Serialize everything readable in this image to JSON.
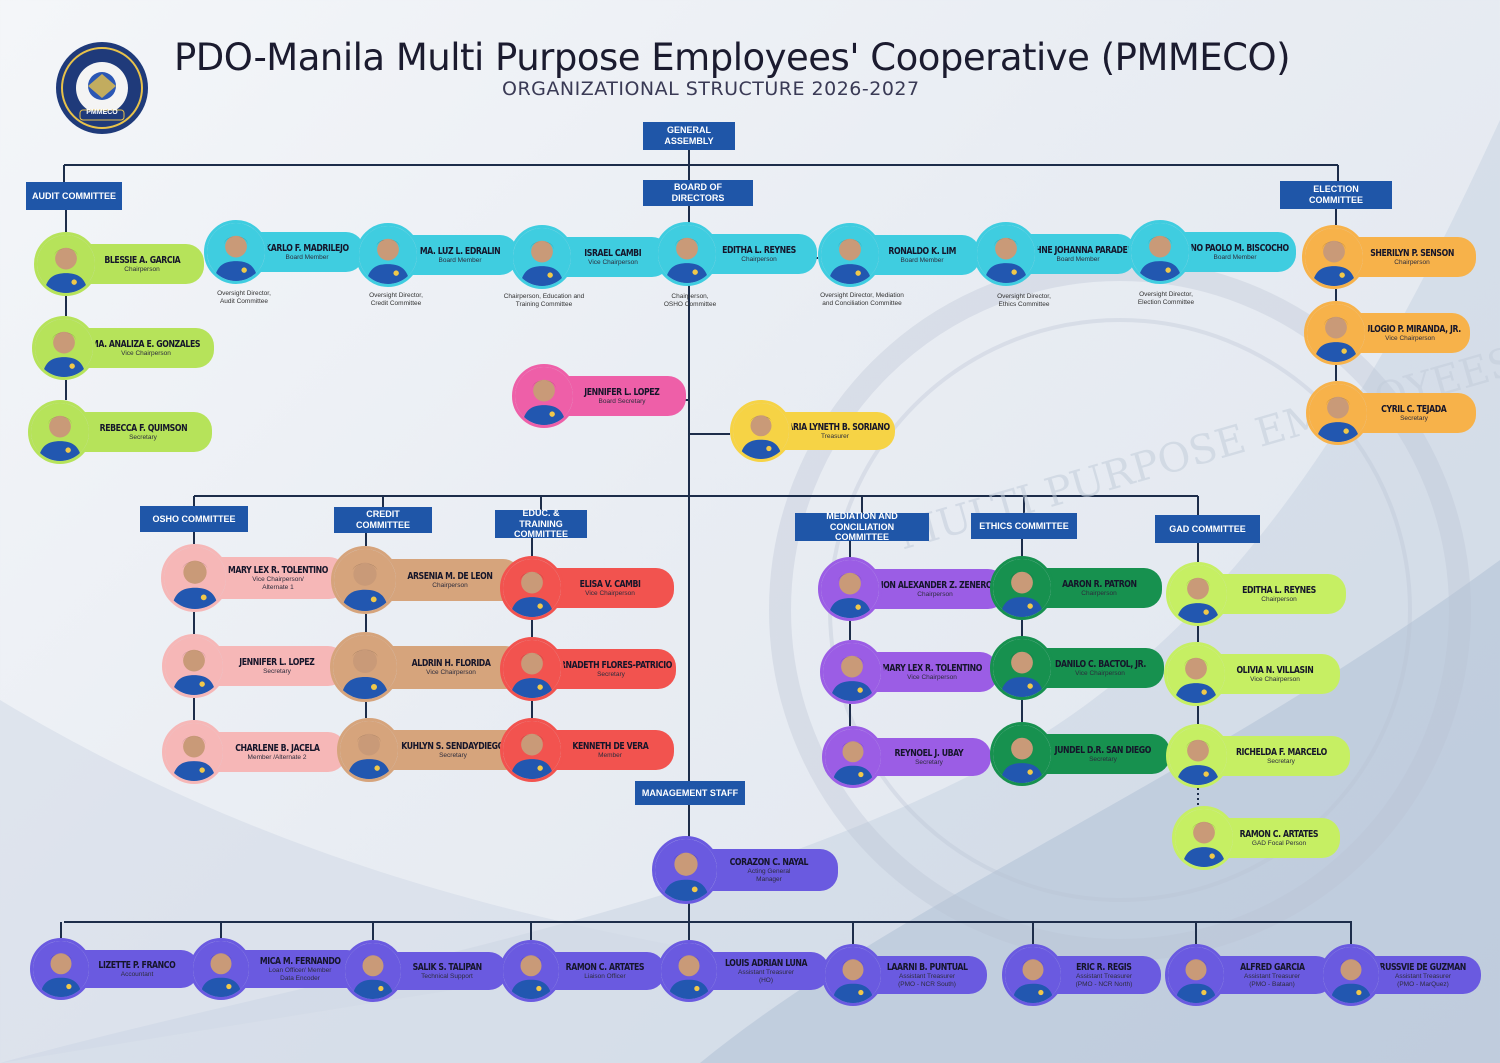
{
  "header": {
    "title": "PDO-Manila Multi Purpose Employees' Cooperative (PMMECO)",
    "subtitle": "ORGANIZATIONAL STRUCTURE 2026-2027",
    "logo_text": "PMMECO",
    "watermark_text": "MULTI PURPOSE EMPLOYEES' COOPERATIVE"
  },
  "units": [
    {
      "id": "general-assembly",
      "label": "GENERAL\nASSEMBLY"
    },
    {
      "id": "board-of-directors",
      "label": "BOARD OF DIRECTORS"
    },
    {
      "id": "audit-committee",
      "label": "AUDIT COMMITTEE"
    },
    {
      "id": "election-committee",
      "label": "ELECTION COMMITTEE"
    },
    {
      "id": "osho-committee",
      "label": "OSHO COMMITTEE"
    },
    {
      "id": "credit-committee",
      "label": "CREDIT COMMITTEE"
    },
    {
      "id": "educ-training-committee",
      "label": "EDUC. & TRAINING\nCOMMITTEE"
    },
    {
      "id": "mediation-committee",
      "label": "MEDIATION AND CONCILIATION\nCOMMITTEE"
    },
    {
      "id": "ethics-committee",
      "label": "ETHICS COMMITTEE"
    },
    {
      "id": "gad-committee",
      "label": "GAD COMMITTEE"
    },
    {
      "id": "management-staff",
      "label": "MANAGEMENT STAFF"
    }
  ],
  "members": [
    {
      "id": "garcia",
      "name": "BLESSIE A. GARCIA",
      "role": "Chairperson",
      "group": "audit",
      "color": "#b6e35a"
    },
    {
      "id": "gonzales",
      "name": "MA. ANALIZA E. GONZALES",
      "role": "Vice Chairperson",
      "group": "audit",
      "color": "#b6e35a"
    },
    {
      "id": "quimson",
      "name": "REBECCA F. QUIMSON",
      "role": "Secretary",
      "group": "audit",
      "color": "#b6e35a"
    },
    {
      "id": "madrilejo",
      "name": "KARLO F. MADRILEJO",
      "role": "Board Member",
      "note": "Oversight Director,\nAudit Committee",
      "group": "board",
      "color": "#3fcde0"
    },
    {
      "id": "edralin",
      "name": "MA. LUZ L. EDRALIN",
      "role": "Board Member",
      "note": "Oversight Director,\nCredit Committee",
      "group": "board",
      "color": "#3fcde0"
    },
    {
      "id": "cambi-i",
      "name": "ISRAEL CAMBI",
      "role": "Vice Chairperson",
      "note": "Chairperson, Education and\nTraining Committee",
      "group": "board",
      "color": "#3fcde0"
    },
    {
      "id": "reynes",
      "name": "EDITHA L. REYNES",
      "role": "Chairperson",
      "note": "Chairperson,\nOSHO Committee",
      "group": "board",
      "color": "#3fcde0"
    },
    {
      "id": "lim",
      "name": "RONALDO K. LIM",
      "role": "Board Member",
      "note": "Oversight Director, Mediation\nand Conciliation Committee",
      "group": "board",
      "color": "#3fcde0"
    },
    {
      "id": "paradela",
      "name": "DAPHNE JOHANNA PARADELA",
      "role": "Board Member",
      "note": "Oversight Director,\nEthics Committee",
      "group": "board",
      "color": "#3fcde0"
    },
    {
      "id": "biscocho",
      "name": "NIÑO PAOLO M. BISCOCHO",
      "role": "Board Member",
      "note": "Oversight Director,\nElection Committee",
      "group": "board",
      "color": "#3fcde0"
    },
    {
      "id": "senson",
      "name": "SHERILYN P. SENSON",
      "role": "Chairperson",
      "group": "election",
      "color": "#f7b24a"
    },
    {
      "id": "miranda",
      "name": "EULOGIO P. MIRANDA, JR.",
      "role": "Vice Chairperson",
      "group": "election",
      "color": "#f7b24a"
    },
    {
      "id": "tejada",
      "name": "CYRIL C. TEJADA",
      "role": "Secretary",
      "group": "election",
      "color": "#f7b24a"
    },
    {
      "id": "lopez-bs",
      "name": "JENNIFER L. LOPEZ",
      "role": "Board Secretary",
      "group": "officer",
      "color": "#ee5fa8"
    },
    {
      "id": "soriano",
      "name": "MARIA LYNETH B. SORIANO",
      "role": "Treasurer",
      "group": "officer",
      "color": "#f6d345"
    },
    {
      "id": "tolentino-o",
      "name": "MARY LEX R. TOLENTINO",
      "role": "Vice Chairperson/\nAlternate 1",
      "group": "osho",
      "color": "#f6b7b7"
    },
    {
      "id": "lopez-o",
      "name": "JENNIFER L. LOPEZ",
      "role": "Secretary",
      "group": "osho",
      "color": "#f6b7b7"
    },
    {
      "id": "jacela",
      "name": "CHARLENE B. JACELA",
      "role": "Member /Alternate 2",
      "group": "osho",
      "color": "#f6b7b7"
    },
    {
      "id": "deleon",
      "name": "ARSENIA M. DE LEON",
      "role": "Chairperson",
      "group": "credit",
      "color": "#d6a47c"
    },
    {
      "id": "florida",
      "name": "ALDRIN H. FLORIDA",
      "role": "Vice Chairperson",
      "group": "credit",
      "color": "#d6a47c"
    },
    {
      "id": "sendaydiego",
      "name": "KUHLYN S. SENDAYDIEGO",
      "role": "Secretary",
      "group": "credit",
      "color": "#d6a47c"
    },
    {
      "id": "cambi-e",
      "name": "ELISA V. CAMBI",
      "role": "Vice Chairperson",
      "group": "educ",
      "color": "#f2534f"
    },
    {
      "id": "patricio",
      "name": "BERNADETH FLORES-PATRICIO",
      "role": "Secretary",
      "group": "educ",
      "color": "#f2534f"
    },
    {
      "id": "devera",
      "name": "KENNETH DE VERA",
      "role": "Member",
      "group": "educ",
      "color": "#f2534f"
    },
    {
      "id": "zenerosa",
      "name": "ZENON ALEXANDER Z. ZENEROSA",
      "role": "Chairperson",
      "group": "mediation",
      "color": "#9b5de5"
    },
    {
      "id": "tolentino-m",
      "name": "MARY LEX R. TOLENTINO",
      "role": "Vice Chairperson",
      "group": "mediation",
      "color": "#9b5de5"
    },
    {
      "id": "ubay",
      "name": "REYNOEL J. UBAY",
      "role": "Secretary",
      "group": "mediation",
      "color": "#9b5de5"
    },
    {
      "id": "patron",
      "name": "AARON R. PATRON",
      "role": "Chairperson",
      "group": "ethics",
      "color": "#17914f"
    },
    {
      "id": "bactol",
      "name": "DANILO C. BACTOL, JR.",
      "role": "Vice Chairperson",
      "group": "ethics",
      "color": "#17914f"
    },
    {
      "id": "sandiego",
      "name": "JUNDEL D.R. SAN DIEGO",
      "role": "Secretary",
      "group": "ethics",
      "color": "#17914f"
    },
    {
      "id": "reynes-g",
      "name": "EDITHA L. REYNES",
      "role": "Chairperson",
      "group": "gad",
      "color": "#c6ef63"
    },
    {
      "id": "villasin",
      "name": "OLIVIA N. VILLASIN",
      "role": "Vice Chairperson",
      "group": "gad",
      "color": "#c6ef63"
    },
    {
      "id": "marcelo",
      "name": "RICHELDA F. MARCELO",
      "role": "Secretary",
      "group": "gad",
      "color": "#c6ef63"
    },
    {
      "id": "artates-g",
      "name": "RAMON C. ARTATES",
      "role": "GAD Focal Person",
      "group": "gad",
      "color": "#c6ef63"
    },
    {
      "id": "nayal",
      "name": "CORAZON C. NAYAL",
      "role": "Acting General\nManager",
      "group": "management",
      "color": "#6a5ae0"
    },
    {
      "id": "franco",
      "name": "LIZETTE P. FRANCO",
      "role": "Accountant",
      "group": "staff",
      "color": "#6a5ae0"
    },
    {
      "id": "fernando",
      "name": "MICA M. FERNANDO",
      "role": "Loan Officer/ Member\nData Encoder",
      "group": "staff",
      "color": "#6a5ae0"
    },
    {
      "id": "talipan",
      "name": "SALIK S. TALIPAN",
      "role": "Technical Support",
      "group": "staff",
      "color": "#6a5ae0"
    },
    {
      "id": "artates-s",
      "name": "RAMON C. ARTATES",
      "role": "Liaison Officer",
      "group": "staff",
      "color": "#6a5ae0"
    },
    {
      "id": "luna",
      "name": "LOUIS ADRIAN LUNA",
      "role": "Assistant Treasurer\n(HO)",
      "group": "staff",
      "color": "#6a5ae0"
    },
    {
      "id": "puntual",
      "name": "LAARNI B. PUNTUAL",
      "role": "Assistant Treasurer\n(PMO - NCR South)",
      "group": "staff",
      "color": "#6a5ae0"
    },
    {
      "id": "regis",
      "name": "ERIC R. REGIS",
      "role": "Assistant Treasurer\n(PMO - NCR North)",
      "group": "staff",
      "color": "#6a5ae0"
    },
    {
      "id": "garcia-a",
      "name": "ALFRED GARCIA",
      "role": "Assistant Treasurer\n(PMO - Bataan)",
      "group": "staff",
      "color": "#6a5ae0"
    },
    {
      "id": "deguzman",
      "name": "RUSSVIE DE GUZMAN",
      "role": "Assistant Treasurer\n(PMO - MarQuez)",
      "group": "staff",
      "color": "#6a5ae0"
    }
  ]
}
